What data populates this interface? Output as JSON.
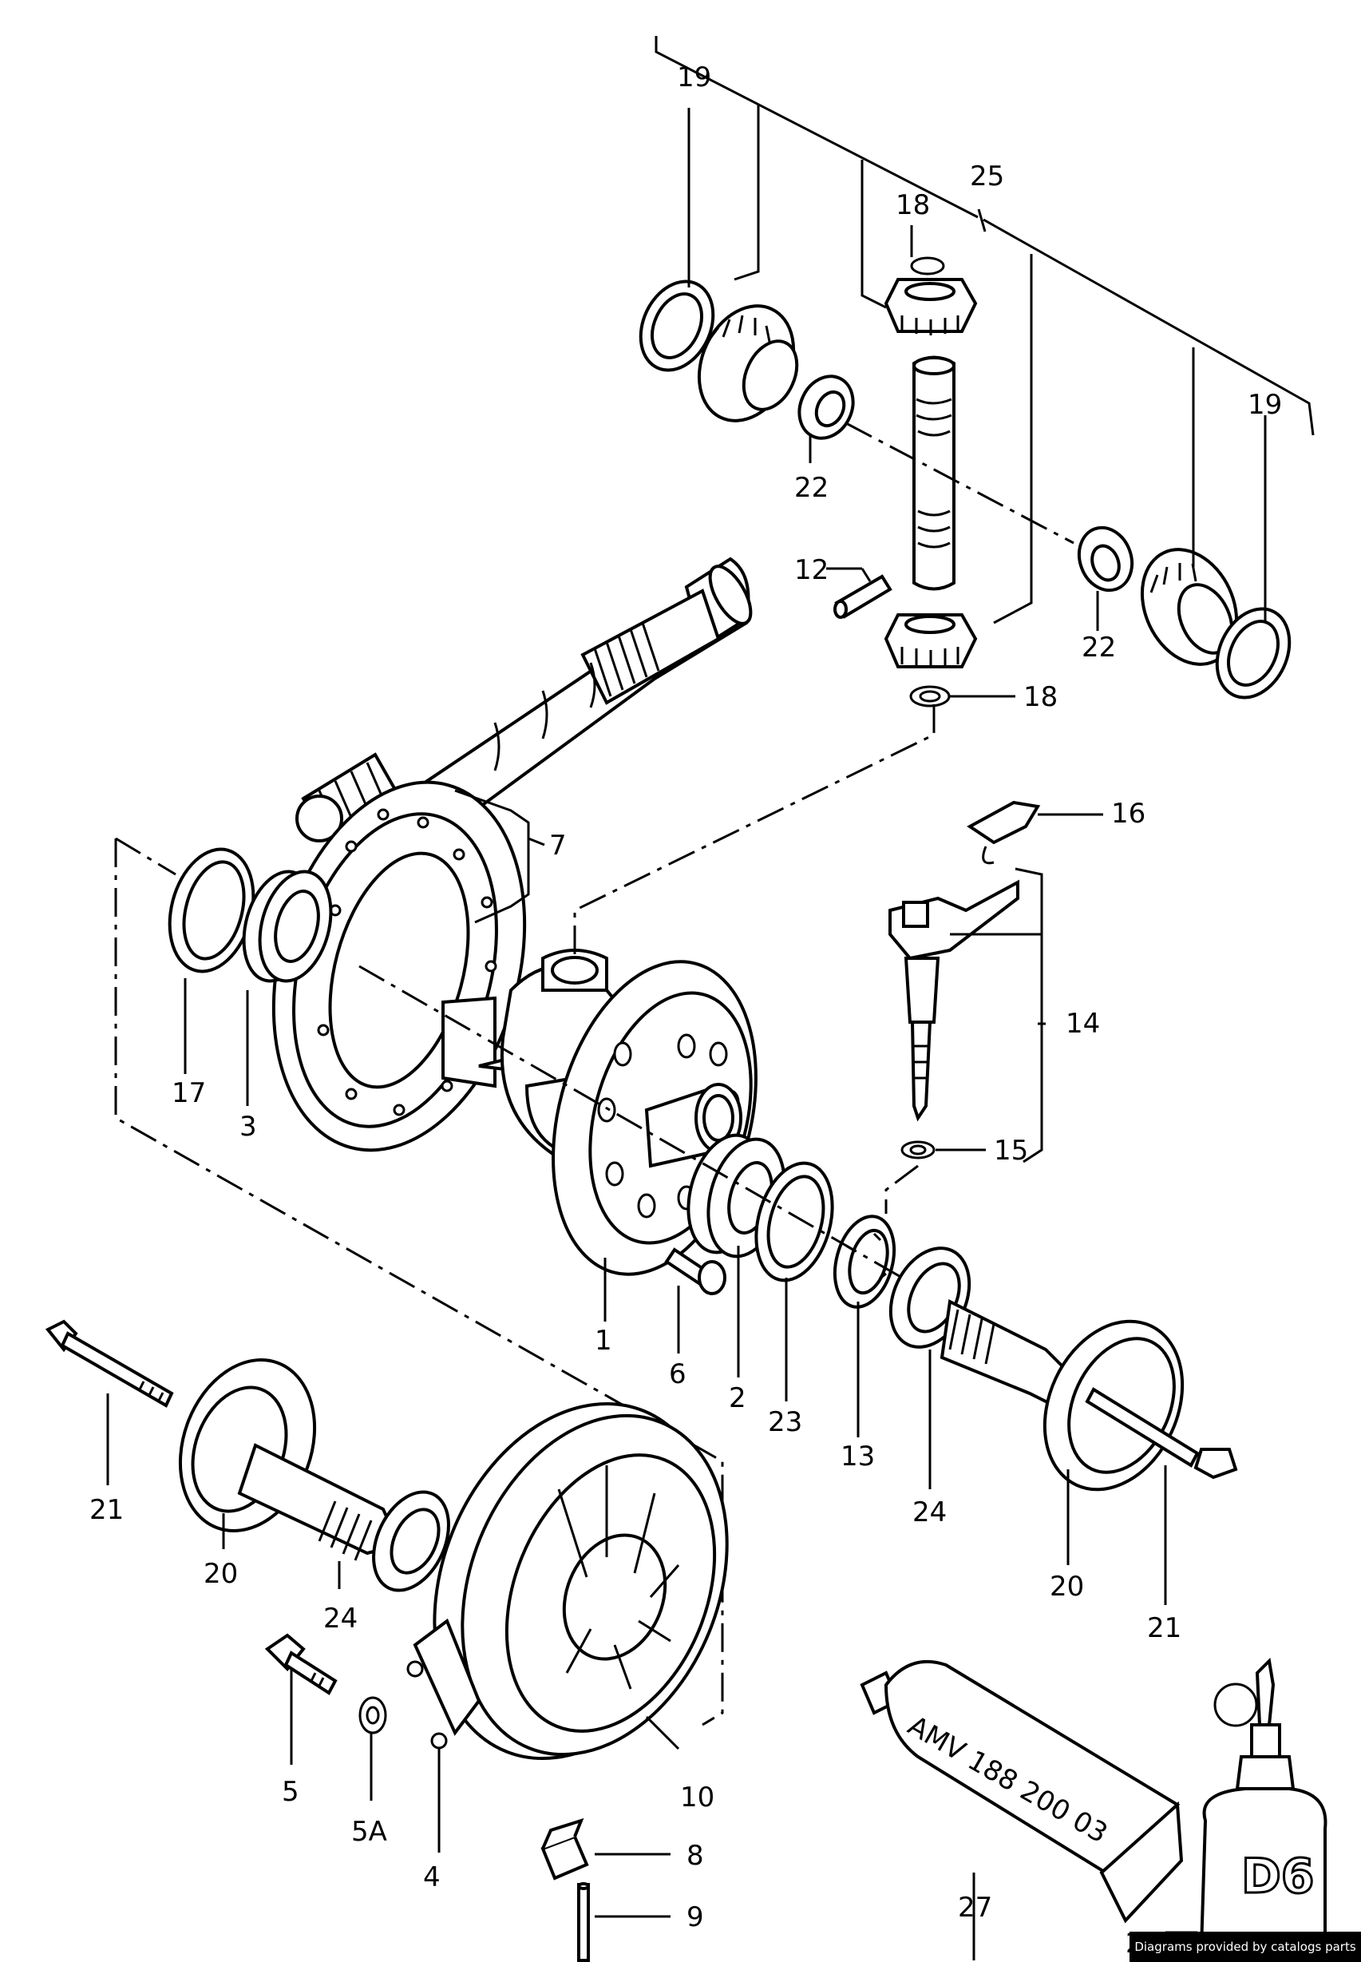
{
  "callouts": {
    "c1": "1",
    "c2": "2",
    "c3": "3",
    "c4": "4",
    "c5": "5",
    "c5a": "5A",
    "c6": "6",
    "c7": "7",
    "c8": "8",
    "c9": "9",
    "c10": "10",
    "c12": "12",
    "c13": "13",
    "c14": "14",
    "c15": "15",
    "c16": "16",
    "c17": "17",
    "c18a": "18",
    "c18b": "18",
    "c19a": "19",
    "c19b": "19",
    "c20a": "20",
    "c20b": "20",
    "c21a": "21",
    "c21b": "21",
    "c22a": "22",
    "c22b": "22",
    "c23": "23",
    "c24a": "24",
    "c24b": "24",
    "c25": "25",
    "c26": "26",
    "c27": "27"
  },
  "tube_label": "AMV 188 200 03",
  "bottle_label": "D6",
  "credit": "Diagrams provided by catalogs parts"
}
